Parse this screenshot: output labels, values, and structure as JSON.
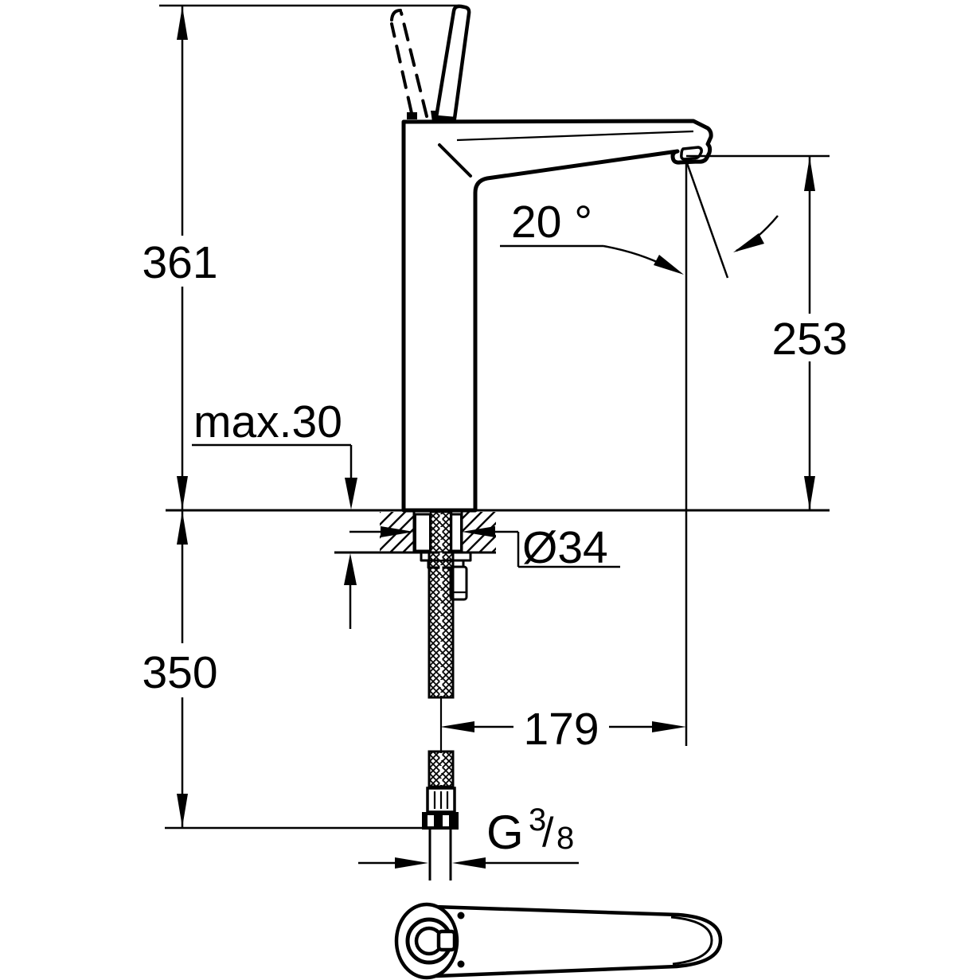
{
  "drawing": {
    "colors": {
      "line": "#000000",
      "background": "#ffffff"
    },
    "labels": {
      "overall_height": "361",
      "deck_thickness": "max.30",
      "spout_angle": "20 °",
      "outlet_height": "253",
      "body_diameter": "Ø34",
      "hose_length": "350",
      "projection": "179",
      "thread_g": "G",
      "thread_numerator": "3",
      "thread_slash": "/",
      "thread_denominator": "8"
    }
  }
}
